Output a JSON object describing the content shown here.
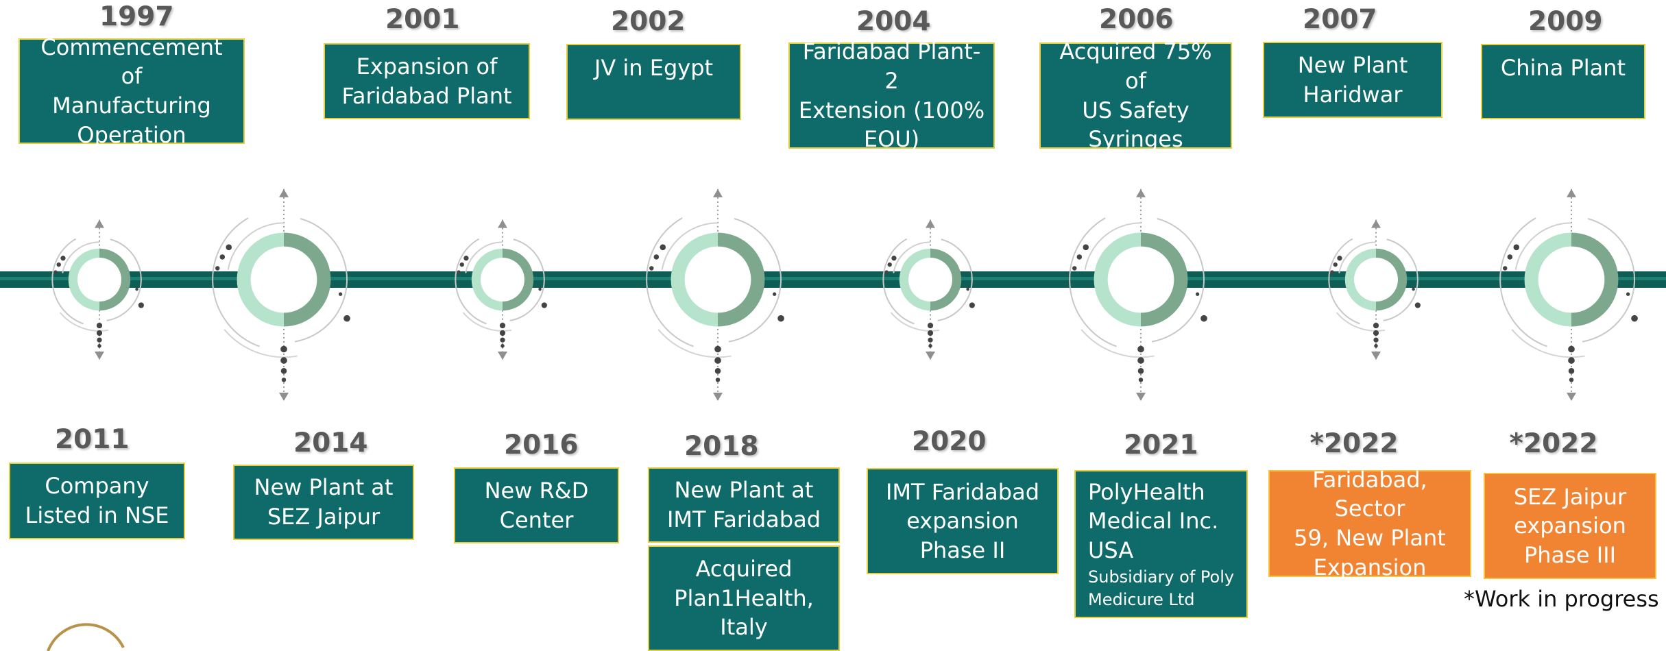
{
  "colors": {
    "teal_box": "#0f6a6a",
    "orange_box": "#f08433",
    "box_border": "#e6cf3a",
    "timeline_bar": "#0f5e55",
    "ring_light": "#b6e3cc",
    "ring_dark": "#7ea88d"
  },
  "top_milestones": [
    {
      "year": "1997",
      "text": "Commencement of\nManufacturing\nOperation"
    },
    {
      "year": "2001",
      "text": "Expansion of\nFaridabad Plant"
    },
    {
      "year": "2002",
      "text": "JV in Egypt"
    },
    {
      "year": "2004",
      "text": "Faridabad Plant-2\nExtension (100%\nEOU)"
    },
    {
      "year": "2006",
      "text": "Acquired 75% of\nUS Safety\nSyringes"
    },
    {
      "year": "2007",
      "text": "New Plant\nHaridwar"
    },
    {
      "year": "2009",
      "text": "China Plant"
    }
  ],
  "bottom_milestones": [
    {
      "year": "2011",
      "text": "Company\nListed in NSE"
    },
    {
      "year": "2014",
      "text": "New Plant at\nSEZ Jaipur"
    },
    {
      "year": "2016",
      "text": "New R&D\nCenter"
    },
    {
      "year": "2018",
      "text": "New Plant at\nIMT Faridabad",
      "extra": "Acquired\nPlan1Health,\nItaly"
    },
    {
      "year": "2020",
      "text": "IMT Faridabad\nexpansion\nPhase II"
    },
    {
      "year": "2021",
      "text": "PolyHealth\nMedical Inc.\nUSA",
      "sub": "Subsidiary of Poly\nMedicure Ltd"
    },
    {
      "year": "*2022",
      "text": "Faridabad, Sector\n59, New Plant\nExpansion",
      "highlight": "orange"
    },
    {
      "year": "*2022",
      "text": "SEZ Jaipur\nexpansion\nPhase III",
      "highlight": "orange"
    }
  ],
  "footnote": "*Work in progress"
}
